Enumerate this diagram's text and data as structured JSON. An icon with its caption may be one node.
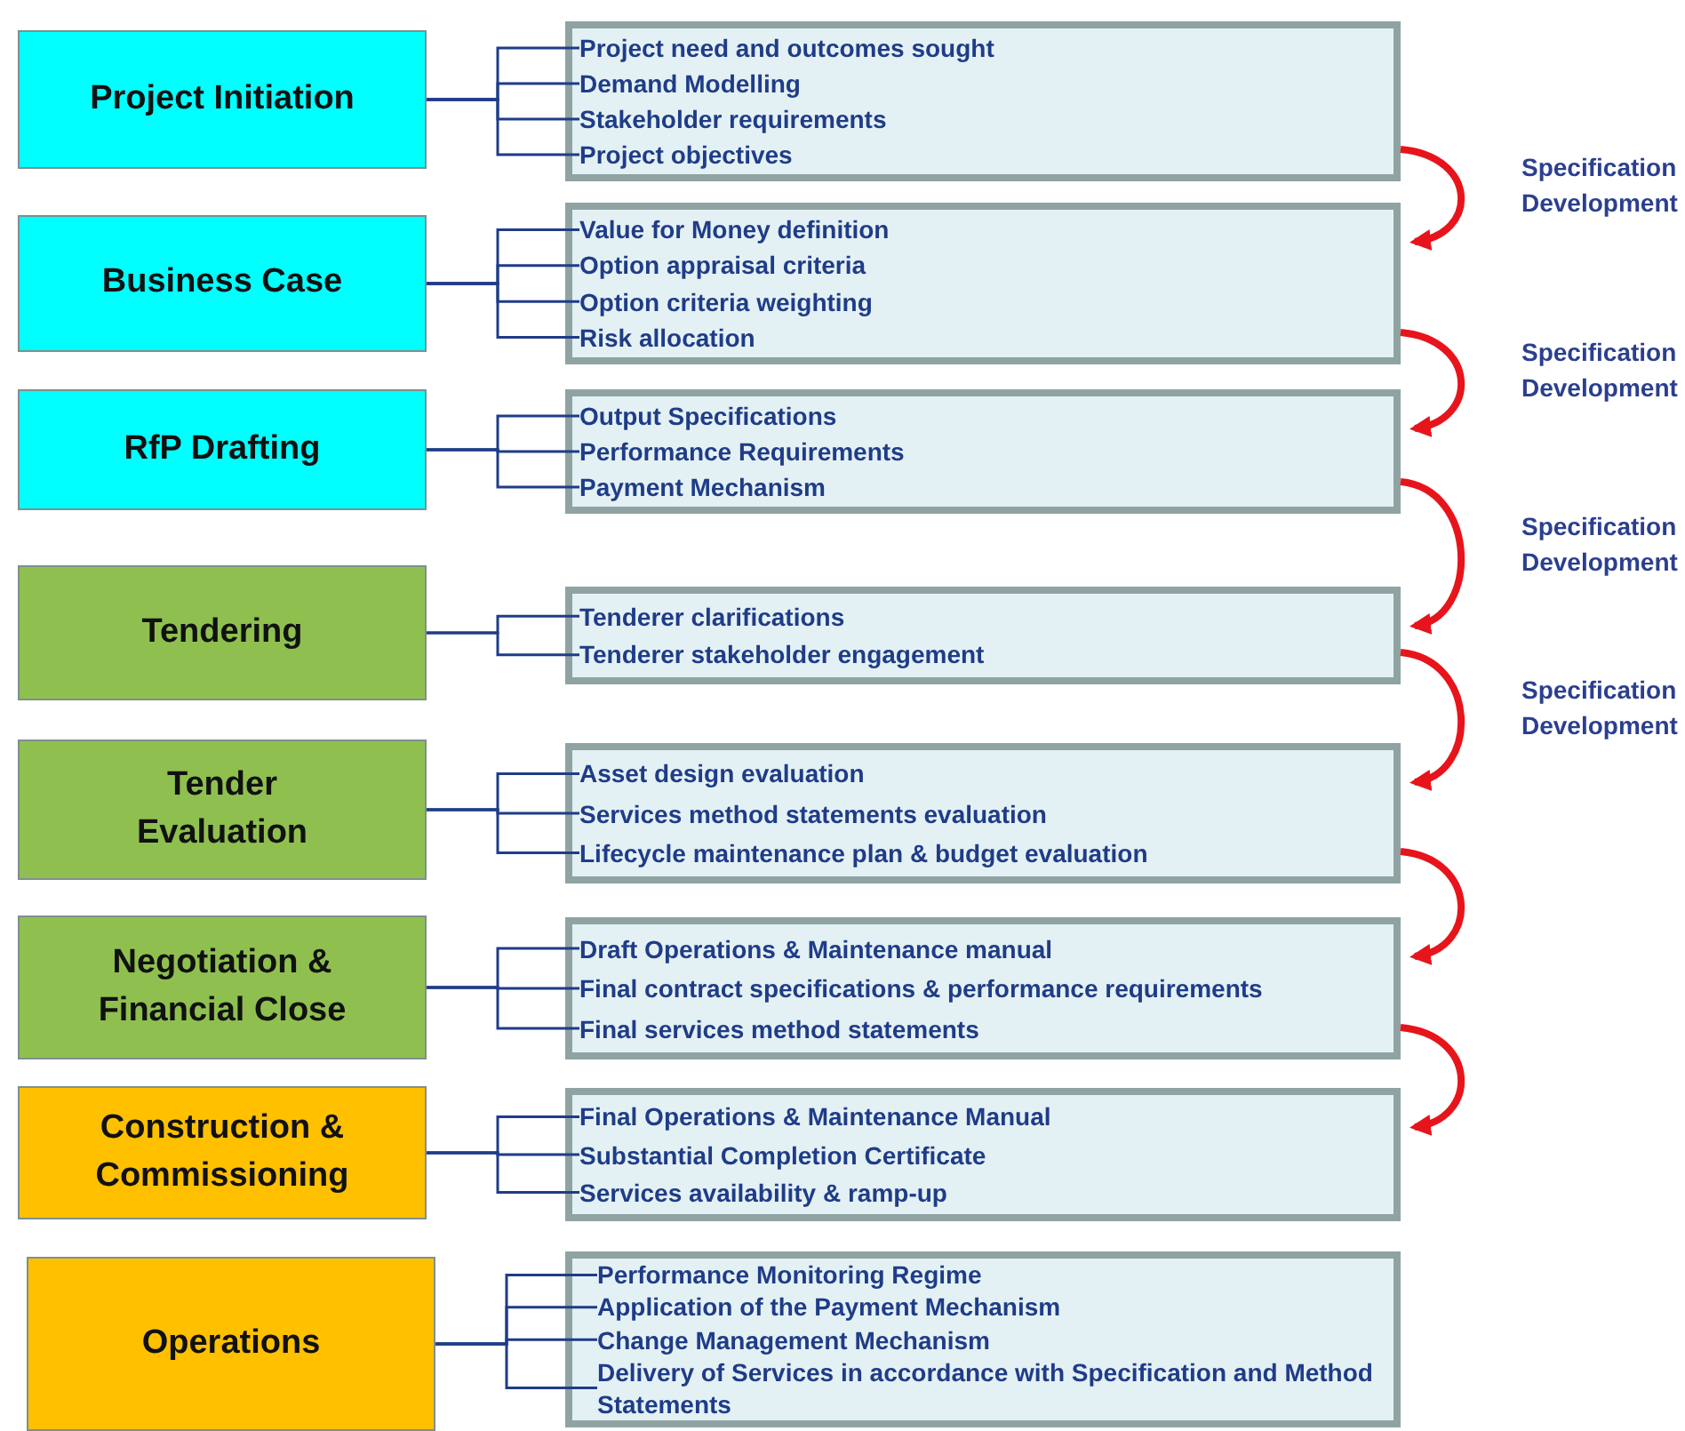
{
  "diagram": {
    "nodes": [
      {
        "text": [
          "Project Initiation"
        ]
      },
      {
        "text": [],
        "shape": "box"
      },
      {
        "text": [
          "Project need and outcomes sought"
        ],
        "in": 1
      },
      {
        "text": [
          "Demand Modelling"
        ],
        "in": 1
      },
      {
        "text": [
          "Stakeholder requirements"
        ],
        "in": 1
      },
      {
        "text": [
          "Project objectives"
        ],
        "in": 1
      },
      {
        "text": [
          "Business Case"
        ]
      },
      {
        "text": [],
        "shape": "box"
      },
      {
        "text": [
          "Value for Money definition"
        ],
        "in": 7
      },
      {
        "text": [
          "Option appraisal criteria"
        ],
        "in": 7
      },
      {
        "text": [
          "Option criteria weighting"
        ],
        "in": 7
      },
      {
        "text": [
          "Risk allocation"
        ],
        "in": 7
      },
      {
        "text": [
          "RfP Drafting"
        ]
      },
      {
        "text": [],
        "shape": "box"
      },
      {
        "text": [
          "Output Specifications"
        ],
        "in": 13
      },
      {
        "text": [
          "Performance Requirements"
        ],
        "in": 13
      },
      {
        "text": [
          "Payment Mechanism"
        ],
        "in": 13
      },
      {
        "text": [
          "Tendering"
        ]
      },
      {
        "text": [],
        "shape": "box"
      },
      {
        "text": [
          "Tenderer clarifications"
        ],
        "in": 18
      },
      {
        "text": [
          "Tenderer stakeholder engagement"
        ],
        "in": 18
      },
      {
        "text": [
          "Tender Evaluation"
        ]
      },
      {
        "text": [],
        "shape": "box"
      },
      {
        "text": [
          "Asset design evaluation"
        ],
        "in": 22
      },
      {
        "text": [
          "Services method statements evaluation"
        ],
        "in": 22
      },
      {
        "text": [
          "Lifecycle maintenance plan & budget evaluation"
        ],
        "in": 22
      },
      {
        "text": [
          "Negotiation & Financial Close"
        ]
      },
      {
        "text": [],
        "shape": "box"
      },
      {
        "text": [
          "Draft Operations & Maintenance manual"
        ],
        "in": 27
      },
      {
        "text": [
          "Final contract specifications & performance requirements"
        ],
        "in": 27
      },
      {
        "text": [
          "Final services method statements"
        ],
        "in": 27
      },
      {
        "text": [
          "Construction & Commissioning"
        ]
      },
      {
        "text": [],
        "shape": "box"
      },
      {
        "text": [
          "Final Operations & Maintenance Manual"
        ],
        "in": 32
      },
      {
        "text": [
          "Substantial Completion Certificate"
        ],
        "in": 32
      },
      {
        "text": [
          "Services availability & ramp-up"
        ],
        "in": 32
      },
      {
        "text": [
          "Operations"
        ]
      },
      {
        "text": [],
        "shape": "box"
      },
      {
        "text": [
          "Performance Monitoring Regime"
        ],
        "in": 37
      },
      {
        "text": [
          "Application of the Payment Mechanism"
        ],
        "in": 37
      },
      {
        "text": [
          "Change Management Mechanism"
        ],
        "in": 37
      },
      {
        "text": [
          "Delivery of Services in accordance with Specification and Method Statements"
        ],
        "in": 37
      }
    ],
    "edges": [
      {
        "from": 0,
        "to": 2,
        "arrow": "none"
      },
      {
        "from": 0,
        "to": 3,
        "arrow": "none"
      },
      {
        "from": 0,
        "to": 4,
        "arrow": "none"
      },
      {
        "from": 0,
        "to": 5,
        "arrow": "none"
      },
      {
        "from": 6,
        "to": 8,
        "arrow": "none"
      },
      {
        "from": 6,
        "to": 9,
        "arrow": "none"
      },
      {
        "from": 6,
        "to": 10,
        "arrow": "none"
      },
      {
        "from": 6,
        "to": 11,
        "arrow": "none"
      },
      {
        "from": 12,
        "to": 14,
        "arrow": "none"
      },
      {
        "from": 12,
        "to": 15,
        "arrow": "none"
      },
      {
        "from": 12,
        "to": 16,
        "arrow": "none"
      },
      {
        "from": 17,
        "to": 19,
        "arrow": "none"
      },
      {
        "from": 17,
        "to": 20,
        "arrow": "none"
      },
      {
        "from": 21,
        "to": 23,
        "arrow": "none"
      },
      {
        "from": 21,
        "to": 24,
        "arrow": "none"
      },
      {
        "from": 21,
        "to": 25,
        "arrow": "none"
      },
      {
        "from": 26,
        "to": 28,
        "arrow": "none"
      },
      {
        "from": 26,
        "to": 29,
        "arrow": "none"
      },
      {
        "from": 26,
        "to": 30,
        "arrow": "none"
      },
      {
        "from": 31,
        "to": 33,
        "arrow": "none"
      },
      {
        "from": 31,
        "to": 34,
        "arrow": "none"
      },
      {
        "from": 31,
        "to": 35,
        "arrow": "none"
      },
      {
        "from": 36,
        "to": 38,
        "arrow": "none"
      },
      {
        "from": 36,
        "to": 39,
        "arrow": "none"
      },
      {
        "from": 36,
        "to": 40,
        "arrow": "none"
      },
      {
        "from": 36,
        "to": 41,
        "arrow": "none"
      },
      {
        "from": 1,
        "to": 7,
        "arrow": "to",
        "style": "thick",
        "color": "#e8141b",
        "label": "Specification Development"
      },
      {
        "from": 7,
        "to": 13,
        "arrow": "to",
        "style": "thick",
        "color": "#e8141b",
        "label": "Specification Development"
      },
      {
        "from": 13,
        "to": 18,
        "arrow": "to",
        "style": "thick",
        "color": "#e8141b",
        "label": "Specification Development"
      },
      {
        "from": 18,
        "to": 22,
        "arrow": "to",
        "style": "thick",
        "color": "#e8141b",
        "label": "Specification Development"
      },
      {
        "from": 22,
        "to": 27,
        "arrow": "to",
        "style": "thick",
        "color": "#e8141b"
      },
      {
        "from": 27,
        "to": 32,
        "arrow": "to",
        "style": "thick",
        "color": "#e8141b"
      }
    ]
  }
}
